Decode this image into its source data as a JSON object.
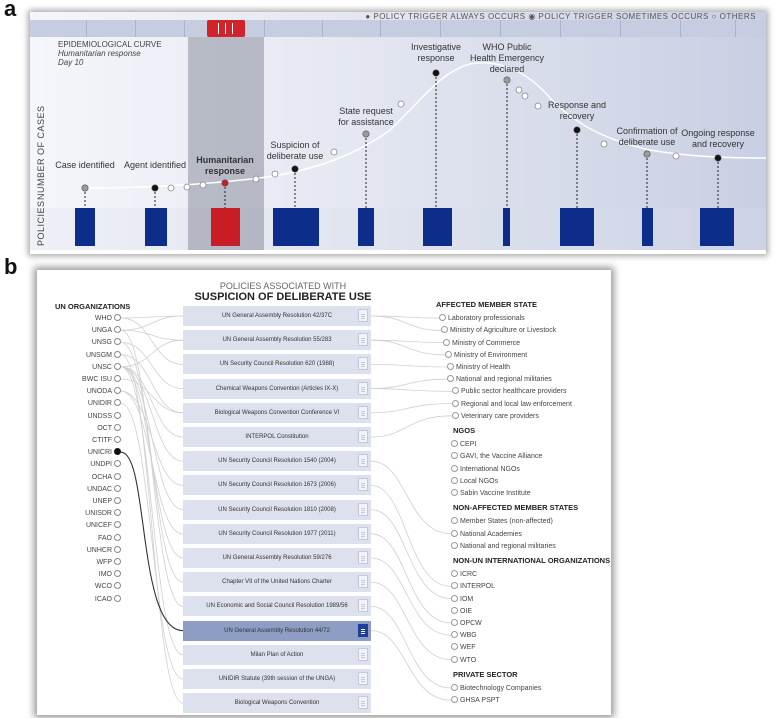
{
  "panel_a": {
    "letter": "a",
    "legend_text": "● POLICY TRIGGER ALWAYS OCCURS   ◉ POLICY TRIGGER SOMETIMES OCCURS   ○ OTHERS",
    "epi_title": "EPIDEMIOLOGICAL CURVE",
    "epi_sub1": "Humanitarian response",
    "epi_sub2": "Day 10",
    "y_label_cases": "NUMBER OF CASES",
    "y_label_policies": "POLICIES",
    "events": [
      {
        "label": "Case identified",
        "bold": false
      },
      {
        "label": "Agent identified",
        "bold": false
      },
      {
        "label": "Humanitarian\nresponse",
        "bold": true
      },
      {
        "label": "Suspicion of\ndeliberate use",
        "bold": false
      },
      {
        "label": "State request\nfor assistance",
        "bold": false
      },
      {
        "label": "Investigative\nresponse",
        "bold": false
      },
      {
        "label": "WHO Public\nHealth Emergency\ndeclared",
        "bold": false
      },
      {
        "label": "Response and\nrecovery",
        "bold": false
      },
      {
        "label": "Confirmation of\ndeliberate use",
        "bold": false
      },
      {
        "label": "Ongoing response\nand recovery",
        "bold": false
      }
    ],
    "colors": {
      "policy": "#0c2e8a",
      "active": "#c91d25",
      "curve": "#ffffff"
    }
  },
  "panel_b": {
    "letter": "b",
    "title_small": "POLICIES ASSOCIATED WITH",
    "title_big": "SUSPICION OF DELIBERATE USE",
    "un_head": "UN ORGANIZATIONS",
    "un_orgs": [
      "WHO",
      "UNGA",
      "UNSG",
      "UNSGM",
      "UNSC",
      "BWC ISU",
      "UNODA",
      "UNIDIR",
      "UNDSS",
      "OCT",
      "CTITF",
      "UNICRI",
      "UNDPI",
      "OCHA",
      "UNDAC",
      "UNEP",
      "UNISDR",
      "UNICEF",
      "FAO",
      "UNHCR",
      "WFP",
      "IMO",
      "WCO",
      "ICAO"
    ],
    "un_active": "UNICRI",
    "policies": [
      "UN General Assembly Resolution 42/37C",
      "UN General Assembly Resolution 55/283",
      "UN Security Council Resolution 620 (1988)",
      "Chemical Weapons Convention (Articles IX-X)",
      "Biological Weapons Convention Conference VI",
      "INTERPOL Constitution",
      "UN Security Council Resolution 1540 (2004)",
      "UN Security Council Resolution 1673 (2006)",
      "UN Security Council Resolution 1810 (2008)",
      "UN Security Council Resolution 1977 (2011)",
      "UN General Assembly Resolution 59/276",
      "Chapter VII of the United Nations Charter",
      "UN Economic and Social Council Resolution 1989/56",
      "UN General Assembly Resolution 44/72",
      "Milan Plan of Action",
      "UNIDIR Statute (39th session of the UNGA)",
      "Biological Weapons Convention"
    ],
    "selected_policy": "UN General Assembly Resolution 44/72",
    "right_groups": [
      {
        "head": "AFFECTED MEMBER STATE",
        "items": [
          "Laboratory professionals",
          "Ministry of Agriculture or Livestock",
          "Ministry of Commerce",
          "Ministry of Environment",
          "Ministry of Health",
          "National and regional militaries",
          "Public sector healthcare providers",
          "Regional and local law enforcement",
          "Veterinary care providers"
        ]
      },
      {
        "head": "NGOS",
        "items": [
          "CEPI",
          "GAVI, the Vaccine Alliance",
          "International NGOs",
          "Local NGOs",
          "Sabin Vaccine Institute"
        ]
      },
      {
        "head": "NON-AFFECTED MEMBER STATES",
        "items": [
          "Member States (non-affected)",
          "National Academies",
          "National and regional militaries"
        ]
      },
      {
        "head": "NON-UN INTERNATIONAL ORGANIZATIONS",
        "items": [
          "ICRC",
          "INTERPOL",
          "IOM",
          "OIE",
          "OPCW",
          "WBG",
          "WEF",
          "WTO"
        ]
      },
      {
        "head": "PRIVATE SECTOR",
        "items": [
          "Biotechnology Companies",
          "GHSA PSPT"
        ]
      }
    ]
  }
}
